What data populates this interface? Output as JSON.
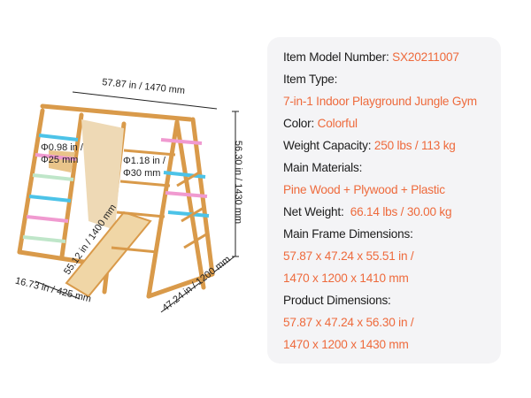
{
  "dimensions": {
    "width": "57.87 in / 1470 mm",
    "height": "56.30 in / 1430 mm",
    "depth": "47.24 in / 1200 mm",
    "slide_width": "16.73 in / 425 mm",
    "slide_length": "55.12 in / 1400 mm",
    "rung_small": [
      "Φ0.98 in /",
      "Φ25 mm"
    ],
    "rung_large": [
      "Φ1.18 in /",
      "Φ30 mm"
    ]
  },
  "specs": {
    "model_label": "Item Model Number:",
    "model_value": "SX20211007",
    "type_label": "Item Type:",
    "type_value": "7-in-1 Indoor Playground Jungle Gym",
    "color_label": "Color:",
    "color_value": "Colorful",
    "capacity_label": "Weight Capacity:",
    "capacity_value": "250 lbs / 113 kg",
    "materials_label": "Main Materials:",
    "materials_value": "Pine Wood + Plywood + Plastic",
    "net_label": "Net Weight:",
    "net_value": "66.14 lbs / 30.00 kg",
    "frame_label": "Main Frame Dimensions:",
    "frame_value_1": "57.87 x 47.24 x 55.51 in /",
    "frame_value_2": "1470 x 1200 x 1410 mm",
    "product_label": "Product Dimensions:",
    "product_value_1": "57.87 x 47.24 x 56.30 in /",
    "product_value_2": "1470 x 1200 x 1430 mm"
  },
  "colors": {
    "accent": "#ee6a3c",
    "wood": "#e2b26a"
  }
}
